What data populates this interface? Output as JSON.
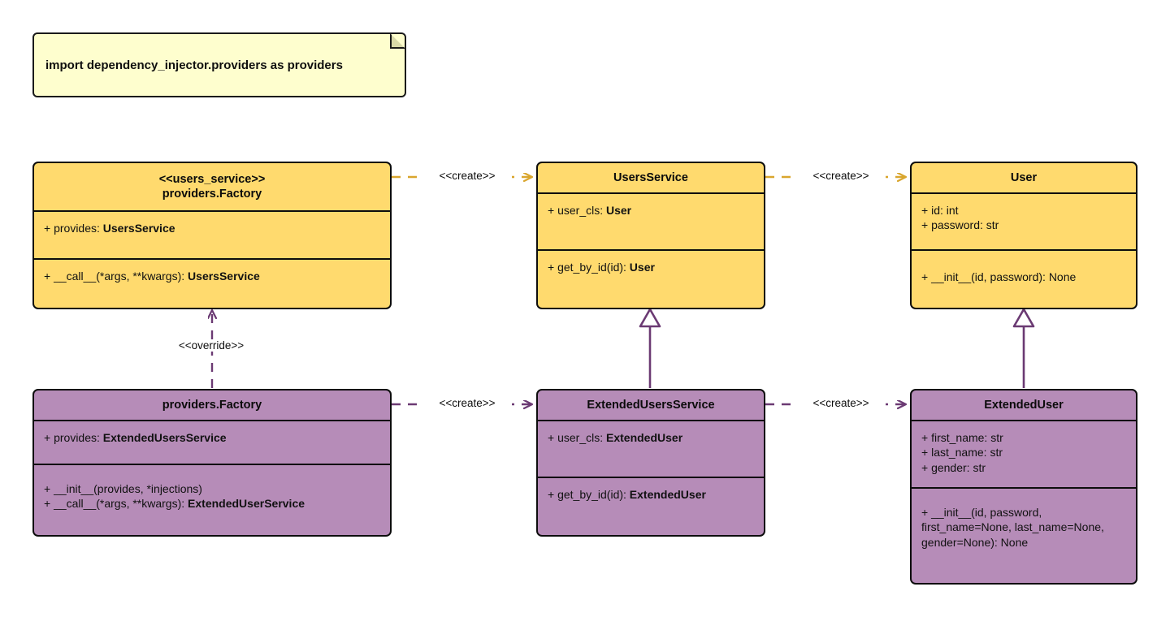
{
  "diagram": {
    "title": "Dependency Injector providers UML class diagram",
    "type": "uml-class-diagram",
    "background": "#ffffff",
    "colors": {
      "yellow_fill": "#FFDA6E",
      "purple_fill": "#B68CB8",
      "note_fill": "#FEFECE",
      "yellow_edge": "#D9A62E",
      "purple_edge": "#6B3A73",
      "border": "#0d0d0d"
    }
  },
  "note": {
    "text": "import dependency_injector.providers as providers"
  },
  "classes": [
    {
      "id": "users_service_factory",
      "stereotype": "<<users_service>>",
      "name": "providers.Factory",
      "color": "yellow",
      "attributes": [
        {
          "visibility": "+",
          "text": "provides: ",
          "type": "UsersService"
        }
      ],
      "methods": [
        {
          "visibility": "+",
          "text": "__call__(*args, **kwargs): ",
          "type": "UsersService"
        }
      ]
    },
    {
      "id": "users_service",
      "stereotype": "",
      "name": "UsersService",
      "color": "yellow",
      "attributes": [
        {
          "visibility": "+",
          "text": "user_cls: ",
          "type": "User"
        }
      ],
      "methods": [
        {
          "visibility": "+",
          "text": "get_by_id(id): ",
          "type": "User"
        }
      ]
    },
    {
      "id": "user",
      "stereotype": "",
      "name": "User",
      "color": "yellow",
      "attributes": [
        {
          "visibility": "+",
          "text": "id: int",
          "type": ""
        },
        {
          "visibility": "+",
          "text": "password: str",
          "type": ""
        }
      ],
      "methods": [
        {
          "visibility": "+",
          "text": "__init__(id, password): None",
          "type": ""
        }
      ]
    },
    {
      "id": "extended_factory",
      "stereotype": "",
      "name": "providers.Factory",
      "color": "purple",
      "attributes": [
        {
          "visibility": "+",
          "text": "provides: ",
          "type": "ExtendedUsersService"
        }
      ],
      "methods": [
        {
          "visibility": "+",
          "text": "__init__(provides, *injections)",
          "type": ""
        },
        {
          "visibility": "+",
          "text": "__call__(*args, **kwargs): ",
          "type": "ExtendedUserService"
        }
      ]
    },
    {
      "id": "extended_users_service",
      "stereotype": "",
      "name": "ExtendedUsersService",
      "color": "purple",
      "attributes": [
        {
          "visibility": "+",
          "text": "user_cls: ",
          "type": "ExtendedUser"
        }
      ],
      "methods": [
        {
          "visibility": "+",
          "text": "get_by_id(id): ",
          "type": "ExtendedUser"
        }
      ]
    },
    {
      "id": "extended_user",
      "stereotype": "",
      "name": "ExtendedUser",
      "color": "purple",
      "attributes": [
        {
          "visibility": "+",
          "text": "first_name: str",
          "type": ""
        },
        {
          "visibility": "+",
          "text": "last_name: str",
          "type": ""
        },
        {
          "visibility": "+",
          "text": "gender: str",
          "type": ""
        }
      ],
      "methods": [
        {
          "visibility": "+",
          "text": "__init__(id, password, first_name=None, last_name=None, gender=None): None",
          "type": ""
        }
      ]
    }
  ],
  "edges": [
    {
      "id": "create-1",
      "label": "<<create>>",
      "style": "dashed",
      "arrow": "open",
      "color": "#D9A62E",
      "from": "users_service_factory",
      "to": "users_service"
    },
    {
      "id": "create-2",
      "label": "<<create>>",
      "style": "dashed",
      "arrow": "open",
      "color": "#D9A62E",
      "from": "users_service",
      "to": "user"
    },
    {
      "id": "override-1",
      "label": "<<override>>",
      "style": "dashed",
      "arrow": "open",
      "color": "#6B3A73",
      "from": "extended_factory",
      "to": "users_service_factory"
    },
    {
      "id": "generalization-1",
      "label": "",
      "style": "solid",
      "arrow": "hollow-triangle",
      "color": "#6B3A73",
      "from": "extended_users_service",
      "to": "users_service"
    },
    {
      "id": "generalization-2",
      "label": "",
      "style": "solid",
      "arrow": "hollow-triangle",
      "color": "#6B3A73",
      "from": "extended_user",
      "to": "user"
    },
    {
      "id": "create-3",
      "label": "<<create>>",
      "style": "dashed",
      "arrow": "open",
      "color": "#6B3A73",
      "from": "extended_factory",
      "to": "extended_users_service"
    },
    {
      "id": "create-4",
      "label": "<<create>>",
      "style": "dashed",
      "arrow": "open",
      "color": "#6B3A73",
      "from": "extended_users_service",
      "to": "extended_user"
    }
  ]
}
